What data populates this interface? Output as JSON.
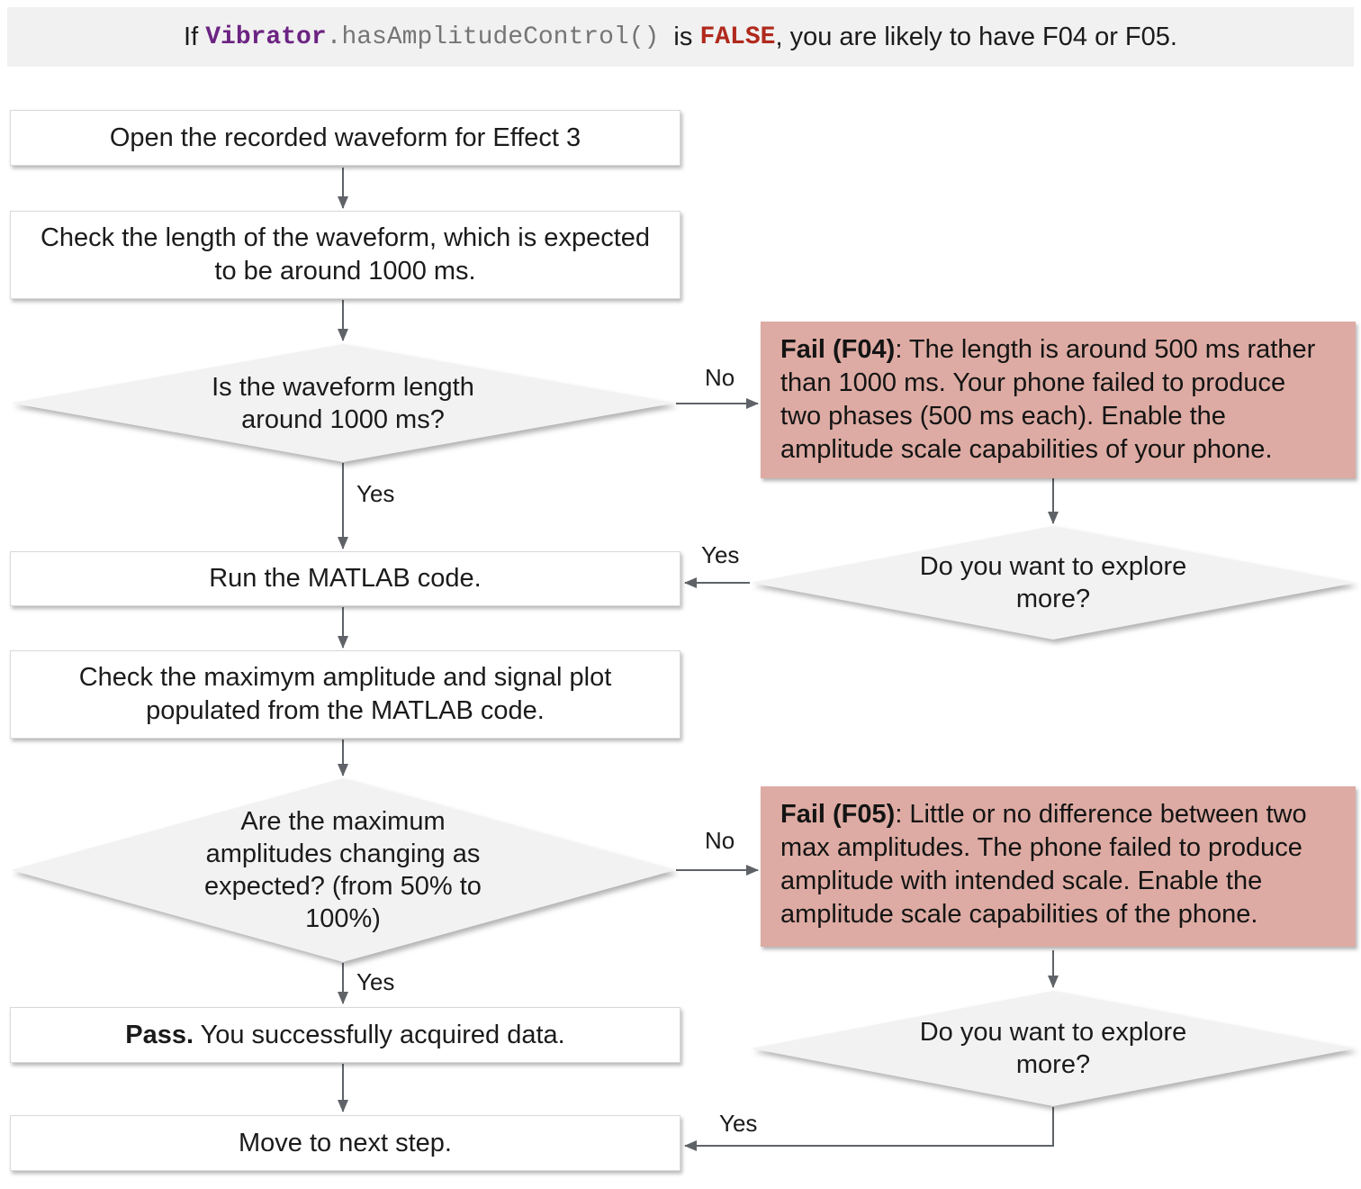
{
  "banner": {
    "prefix": "If ",
    "code_class": "Vibrator",
    "code_method": ".hasAmplitudeControl()",
    "middle": "  is ",
    "code_false": "FALSE",
    "suffix": ", you are likely to have F04 or F05."
  },
  "nodes": {
    "open_waveform": {
      "label": "Open the recorded waveform for Effect 3"
    },
    "check_length": {
      "label": "Check the length of the waveform, which is expected\nto be around 1000 ms."
    },
    "is_length": {
      "label": "Is the waveform length\naround 1000 ms?"
    },
    "fail_f04": {
      "bold": "Fail (F04)",
      "rest": ": The length is around 500 ms rather\nthan 1000 ms. Your phone failed to produce\ntwo phases (500 ms each). Enable the\namplitude scale capabilities of your phone."
    },
    "explore_1": {
      "label": "Do you want to explore\nmore?"
    },
    "run_matlab": {
      "label": "Run the MATLAB code."
    },
    "check_max": {
      "label": "Check the maximym amplitude and signal plot\npopulated from the MATLAB code."
    },
    "amplitudes_changing": {
      "label": "Are the maximum\namplitudes changing as\nexpected? (from 50% to\n100%)"
    },
    "fail_f05": {
      "bold": "Fail (F05)",
      "rest": ": Little or no difference between two\nmax amplitudes. The phone failed to produce\namplitude with intended scale. Enable the\namplitude scale capabilities of the phone."
    },
    "explore_2": {
      "label": "Do you want to explore\nmore?"
    },
    "pass": {
      "bold": "Pass.",
      "rest": " You successfully acquired data."
    },
    "move_next": {
      "label": "Move to next step."
    }
  },
  "edge_labels": {
    "no_1": "No",
    "yes_1": "Yes",
    "yes_explore_1": "Yes",
    "no_2": "No",
    "yes_2": "Yes",
    "yes_explore_2": "Yes"
  },
  "colors": {
    "banner_bg": "#f1f1f1",
    "diamond_bg": "#f2f2f2",
    "fail_bg": "#ddaba3",
    "purple": "#6c2483",
    "red": "#b0291c",
    "arrow": "#5f6368"
  }
}
